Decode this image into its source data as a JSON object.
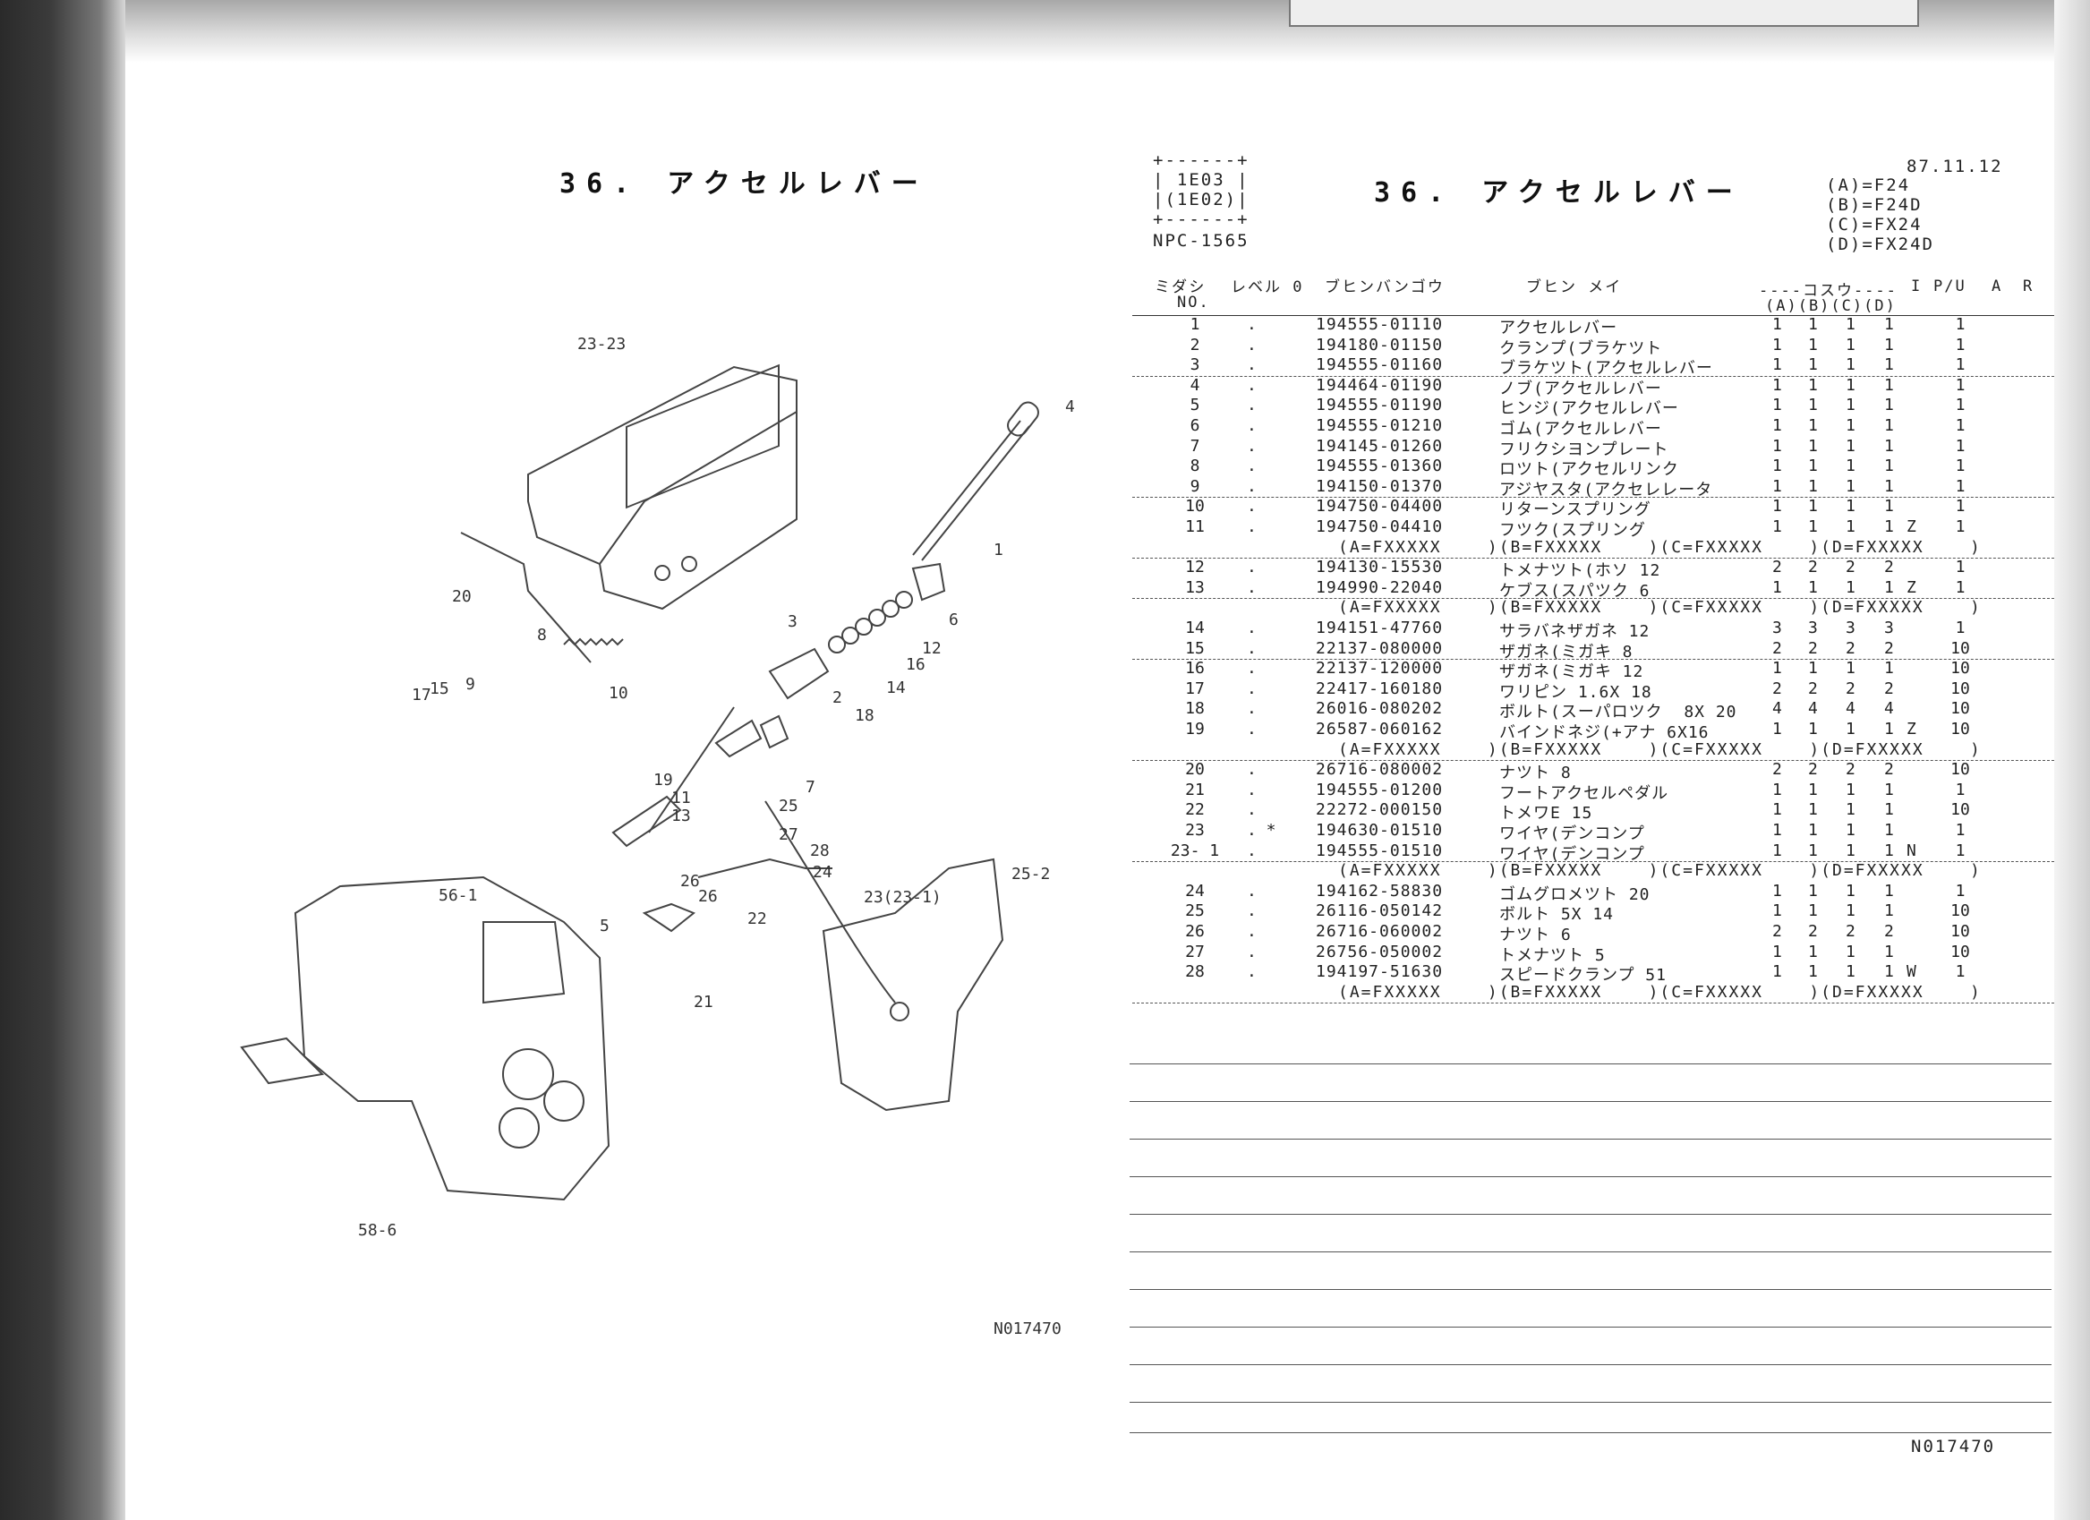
{
  "left_title": "36. アクセルレバー",
  "right_title": "36. アクセルレバー",
  "date": "87.11.12",
  "codes_box": [
    "+------+",
    "| 1E03 |",
    "|(1E02)|",
    "+------+"
  ],
  "npc": "NPC-1565",
  "models": [
    "(A)=F24",
    "(B)=F24D",
    "(C)=FX24",
    "(D)=FX24D"
  ],
  "headers": {
    "no": "ミダシ",
    "no2": "NO.",
    "level": "レベル 0",
    "part": "ブヒンバンゴウ",
    "name": "ブヒン メイ",
    "qty": "----コスウ----",
    "qty_cols": "(A)(B)(C)(D)",
    "i": "I",
    "pu": "P/U",
    "a": "A",
    "r": "R"
  },
  "rows": [
    {
      "no": "1",
      "lv": ".",
      "part": "194555-01110",
      "name": "アクセルレバー",
      "a": "1",
      "b": "1",
      "c": "1",
      "d": "1",
      "i": "",
      "pu": "1"
    },
    {
      "no": "2",
      "lv": ".",
      "part": "194180-01150",
      "name": "クランプ(ブラケツト",
      "a": "1",
      "b": "1",
      "c": "1",
      "d": "1",
      "i": "",
      "pu": "1"
    },
    {
      "no": "3",
      "lv": ".",
      "part": "194555-01160",
      "name": "ブラケツト(アクセルレバー",
      "a": "1",
      "b": "1",
      "c": "1",
      "d": "1",
      "i": "",
      "pu": "1"
    },
    {
      "no": "4",
      "lv": ".",
      "part": "194464-01190",
      "name": "ノブ(アクセルレバー",
      "a": "1",
      "b": "1",
      "c": "1",
      "d": "1",
      "i": "",
      "pu": "1"
    },
    {
      "no": "5",
      "lv": ".",
      "part": "194555-01190",
      "name": "ヒンジ(アクセルレバー",
      "a": "1",
      "b": "1",
      "c": "1",
      "d": "1",
      "i": "",
      "pu": "1"
    },
    {
      "no": "6",
      "lv": ".",
      "part": "194555-01210",
      "name": "ゴム(アクセルレバー",
      "a": "1",
      "b": "1",
      "c": "1",
      "d": "1",
      "i": "",
      "pu": "1"
    },
    {
      "no": "7",
      "lv": ".",
      "part": "194145-01260",
      "name": "フリクシヨンプレート",
      "a": "1",
      "b": "1",
      "c": "1",
      "d": "1",
      "i": "",
      "pu": "1"
    },
    {
      "no": "8",
      "lv": ".",
      "part": "194555-01360",
      "name": "ロツト(アクセルリンク",
      "a": "1",
      "b": "1",
      "c": "1",
      "d": "1",
      "i": "",
      "pu": "1"
    },
    {
      "no": "9",
      "lv": ".",
      "part": "194150-01370",
      "name": "アジヤスタ(アクセレレータ",
      "a": "1",
      "b": "1",
      "c": "1",
      "d": "1",
      "i": "",
      "pu": "1"
    },
    {
      "no": "10",
      "lv": ".",
      "part": "194750-04400",
      "name": "リターンスプリング",
      "a": "1",
      "b": "1",
      "c": "1",
      "d": "1",
      "i": "",
      "pu": "1"
    },
    {
      "no": "11",
      "lv": ".",
      "part": "194750-04410",
      "name": "フツク(スプリング",
      "a": "1",
      "b": "1",
      "c": "1",
      "d": "1",
      "i": "Z",
      "pu": "1"
    },
    {
      "var": "(A=FXXXXX    )(B=FXXXXX    )(C=FXXXXX    )(D=FXXXXX    )"
    },
    {
      "no": "12",
      "lv": ".",
      "part": "194130-15530",
      "name": "トメナツト(ホソ 12",
      "a": "2",
      "b": "2",
      "c": "2",
      "d": "2",
      "i": "",
      "pu": "1"
    },
    {
      "no": "13",
      "lv": ".",
      "part": "194990-22040",
      "name": "ケブス(スパツク 6",
      "a": "1",
      "b": "1",
      "c": "1",
      "d": "1",
      "i": "Z",
      "pu": "1"
    },
    {
      "var": "(A=FXXXXX    )(B=FXXXXX    )(C=FXXXXX    )(D=FXXXXX    )"
    },
    {
      "no": "14",
      "lv": ".",
      "part": "194151-47760",
      "name": "サラバネザガネ 12",
      "a": "3",
      "b": "3",
      "c": "3",
      "d": "3",
      "i": "",
      "pu": "1"
    },
    {
      "no": "15",
      "lv": ".",
      "part": "22137-080000",
      "name": "ザガネ(ミガキ 8",
      "a": "2",
      "b": "2",
      "c": "2",
      "d": "2",
      "i": "",
      "pu": "10"
    },
    {
      "no": "16",
      "lv": ".",
      "part": "22137-120000",
      "name": "ザガネ(ミガキ 12",
      "a": "1",
      "b": "1",
      "c": "1",
      "d": "1",
      "i": "",
      "pu": "10"
    },
    {
      "no": "17",
      "lv": ".",
      "part": "22417-160180",
      "name": "ワリピン 1.6X 18",
      "a": "2",
      "b": "2",
      "c": "2",
      "d": "2",
      "i": "",
      "pu": "10"
    },
    {
      "no": "18",
      "lv": ".",
      "part": "26016-080202",
      "name": "ボルト(スーパロツク  8X 20",
      "a": "4",
      "b": "4",
      "c": "4",
      "d": "4",
      "i": "",
      "pu": "10"
    },
    {
      "no": "19",
      "lv": ".",
      "part": "26587-060162",
      "name": "バインドネジ(+アナ 6X16",
      "a": "1",
      "b": "1",
      "c": "1",
      "d": "1",
      "i": "Z",
      "pu": "10"
    },
    {
      "var": "(A=FXXXXX    )(B=FXXXXX    )(C=FXXXXX    )(D=FXXXXX    )"
    },
    {
      "no": "20",
      "lv": ".",
      "part": "26716-080002",
      "name": "ナツト 8",
      "a": "2",
      "b": "2",
      "c": "2",
      "d": "2",
      "i": "",
      "pu": "10"
    },
    {
      "no": "21",
      "lv": ".",
      "part": "194555-01200",
      "name": "フートアクセルペダル",
      "a": "1",
      "b": "1",
      "c": "1",
      "d": "1",
      "i": "",
      "pu": "1"
    },
    {
      "no": "22",
      "lv": ".",
      "part": "22272-000150",
      "name": "トメワE 15",
      "a": "1",
      "b": "1",
      "c": "1",
      "d": "1",
      "i": "",
      "pu": "10"
    },
    {
      "no": "23",
      "lv": ". *",
      "part": "194630-01510",
      "name": "ワイヤ(デンコンプ",
      "a": "1",
      "b": "1",
      "c": "1",
      "d": "1",
      "i": "",
      "pu": "1"
    },
    {
      "no": "23- 1",
      "lv": ".",
      "part": "194555-01510",
      "name": "ワイヤ(デンコンプ",
      "a": "1",
      "b": "1",
      "c": "1",
      "d": "1",
      "i": "N",
      "pu": "1"
    },
    {
      "var": "(A=FXXXXX    )(B=FXXXXX    )(C=FXXXXX    )(D=FXXXXX    )"
    },
    {
      "no": "24",
      "lv": ".",
      "part": "194162-58830",
      "name": "ゴムグロメツト 20",
      "a": "1",
      "b": "1",
      "c": "1",
      "d": "1",
      "i": "",
      "pu": "1"
    },
    {
      "no": "25",
      "lv": ".",
      "part": "26116-050142",
      "name": "ボルト 5X 14",
      "a": "1",
      "b": "1",
      "c": "1",
      "d": "1",
      "i": "",
      "pu": "10"
    },
    {
      "no": "26",
      "lv": ".",
      "part": "26716-060002",
      "name": "ナツト 6",
      "a": "2",
      "b": "2",
      "c": "2",
      "d": "2",
      "i": "",
      "pu": "10"
    },
    {
      "no": "27",
      "lv": ".",
      "part": "26756-050002",
      "name": "トメナツト 5",
      "a": "1",
      "b": "1",
      "c": "1",
      "d": "1",
      "i": "",
      "pu": "10"
    },
    {
      "no": "28",
      "lv": ".",
      "part": "194197-51630",
      "name": "スピードクランプ 51",
      "a": "1",
      "b": "1",
      "c": "1",
      "d": "1",
      "i": "W",
      "pu": "1"
    },
    {
      "var": "(A=FXXXXX    )(B=FXXXXX    )(C=FXXXXX    )(D=FXXXXX    )"
    }
  ],
  "diagram_callouts": [
    "23-23",
    "4",
    "1",
    "6",
    "12",
    "16",
    "14",
    "3",
    "2",
    "18",
    "7",
    "20",
    "8",
    "10",
    "19",
    "11",
    "13",
    "25",
    "27",
    "28",
    "15",
    "9",
    "17",
    "5",
    "26",
    "26",
    "24",
    "23(23-1)",
    "25-2",
    "56-1",
    "22",
    "21",
    "58-6"
  ],
  "diagram_code": "N017470",
  "footer_code": "N017470"
}
